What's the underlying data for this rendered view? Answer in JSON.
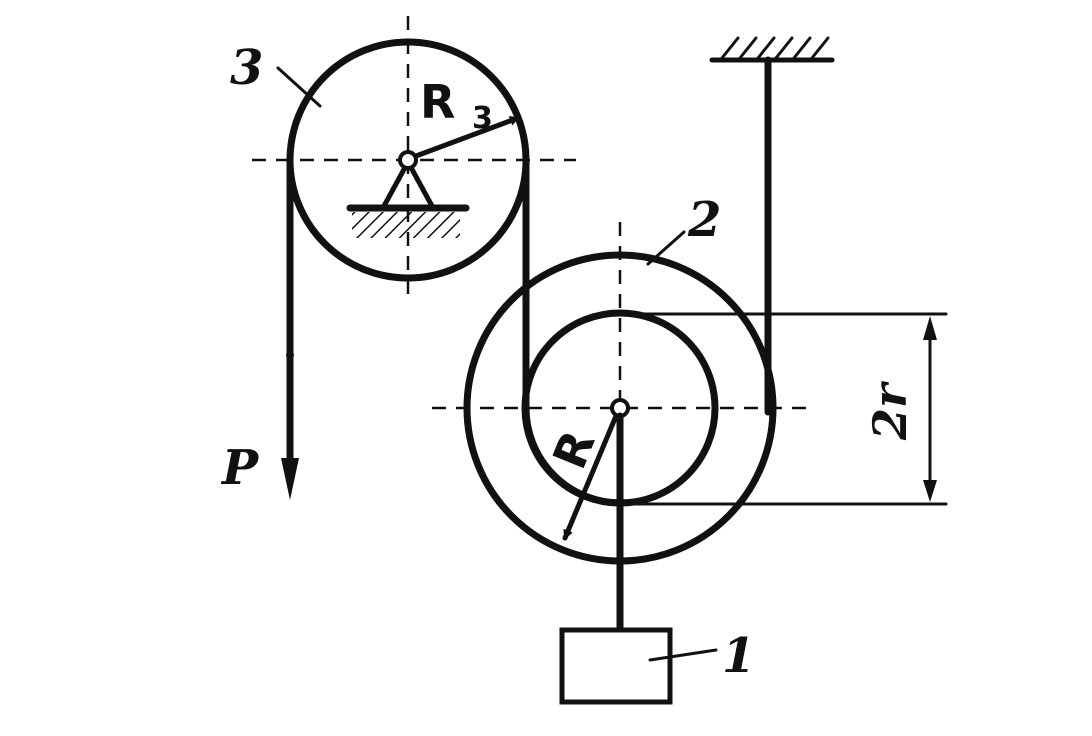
{
  "labels": {
    "body3": "3",
    "body2": "2",
    "body1": "1",
    "radius3": "R",
    "radius3_sub": "3",
    "radius2": "R",
    "force": "P",
    "dimension": "2r"
  },
  "colors": {
    "ink": "#111111",
    "background": "#ffffff"
  }
}
